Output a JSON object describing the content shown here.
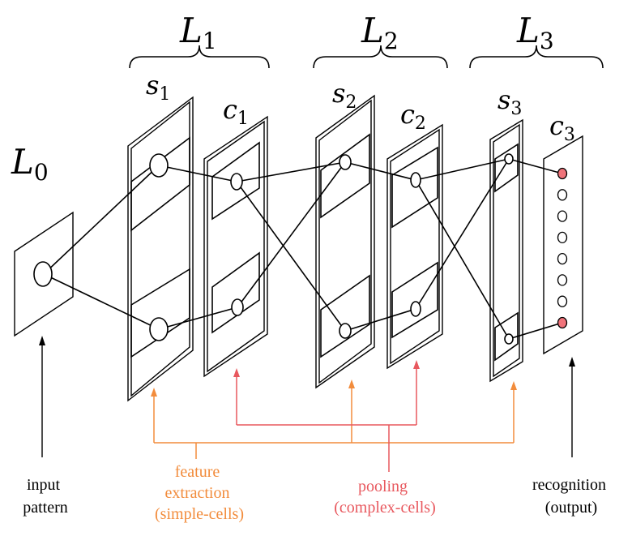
{
  "layers": {
    "L0": {
      "base": "L",
      "sub": "0"
    },
    "L1": {
      "base": "L",
      "sub": "1"
    },
    "L2": {
      "base": "L",
      "sub": "2"
    },
    "L3": {
      "base": "L",
      "sub": "3"
    }
  },
  "planes": {
    "s1": {
      "base": "s",
      "sub": "1"
    },
    "c1": {
      "base": "c",
      "sub": "1"
    },
    "s2": {
      "base": "s",
      "sub": "2"
    },
    "c2": {
      "base": "c",
      "sub": "2"
    },
    "s3": {
      "base": "s",
      "sub": "3"
    },
    "c3": {
      "base": "c",
      "sub": "3"
    }
  },
  "captions": {
    "input": [
      "input",
      "pattern"
    ],
    "feature": [
      "feature",
      "extraction",
      "(simple-cells)"
    ],
    "pooling": [
      "pooling",
      "(complex-cells)"
    ],
    "recognition": [
      "recognition",
      "(output)"
    ]
  },
  "colors": {
    "feature": "#f28c3c",
    "pooling": "#e8585e",
    "active_node": "#f0737a",
    "line": "#000000"
  },
  "output_units": {
    "count": 8,
    "active": [
      0,
      7
    ]
  }
}
